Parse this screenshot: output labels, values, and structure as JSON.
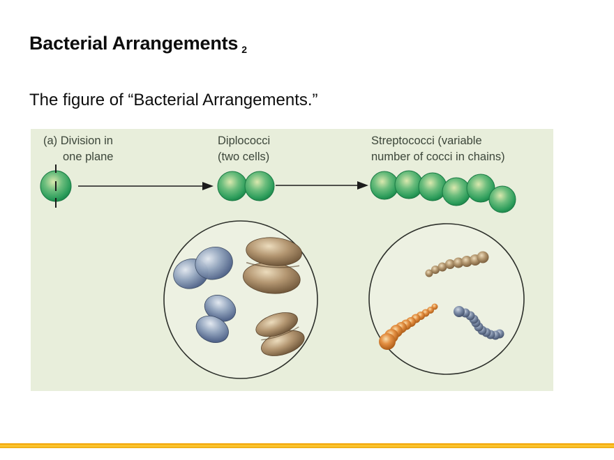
{
  "slide": {
    "title": "Bacterial Arrangements",
    "title_suffix": "2",
    "body_text": "The figure of “Bacterial Arrangements.”"
  },
  "figure": {
    "labels": {
      "division": {
        "line1": "(a) Division in",
        "line2": "one plane"
      },
      "diplococci": {
        "line1": "Diplococci",
        "line2": "(two cells)"
      },
      "streptococci": {
        "line1": "Streptococci (variable",
        "line2": "number of cocci in chains)"
      }
    },
    "colors": {
      "panel_background": "#e8eedb",
      "coccus_green": "#2e9e5c",
      "diplo_blue": "#51648a",
      "diplo_brown": "#70573a",
      "chain_tan": "#7c603e",
      "chain_orange": "#ad5c17",
      "chain_slate": "#46536d",
      "accent_bar": "#f5ae12"
    }
  }
}
